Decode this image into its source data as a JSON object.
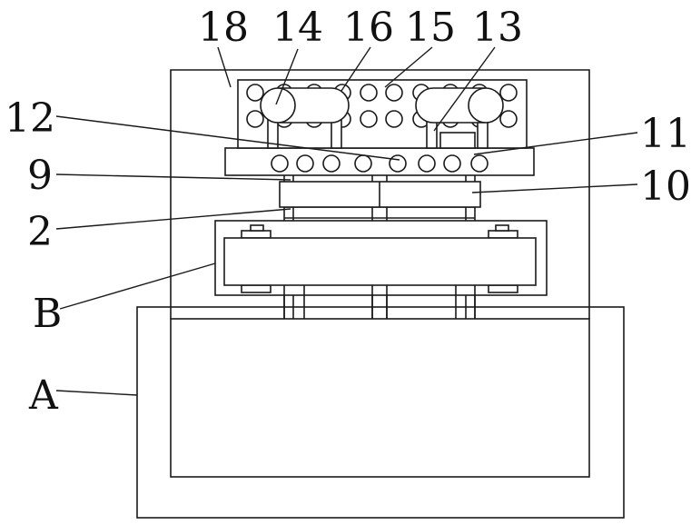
{
  "labels": {
    "l18": "18",
    "l14": "14",
    "l16": "16",
    "l15": "15",
    "l13": "13",
    "l12": "12",
    "l11": "11",
    "l9": "9",
    "l10": "10",
    "l2": "2",
    "lB": "B",
    "lA": "A"
  }
}
